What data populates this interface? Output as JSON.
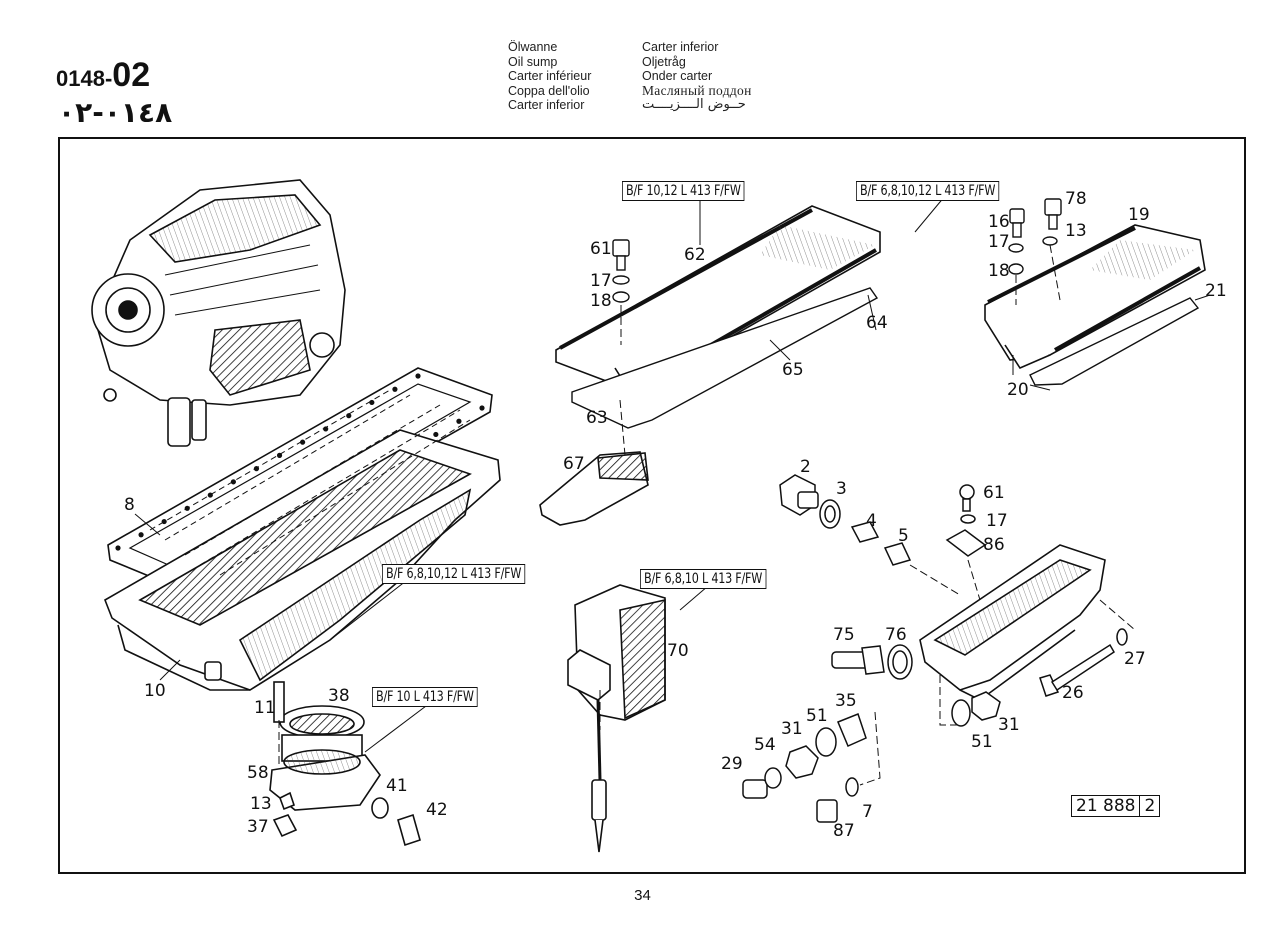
{
  "header": {
    "code_prefix": "0148-",
    "code_suffix": "02",
    "code_arabic": "٠١٤٨-٠٢",
    "titles_left": [
      "Ölwanne",
      "Oil sump",
      "Carter inférieur",
      "Coppa dell'olio",
      "Carter inferior"
    ],
    "titles_right": [
      "Carter inferior",
      "Oljetråg",
      "Onder carter",
      "Масляный поддон",
      "حــوض الــــزيــــت"
    ]
  },
  "variant_boxes": [
    "B/F 10,12 L 413 F/FW",
    "B/F 6,8,10,12 L 413 F/FW",
    "B/F 6,8,10,12 L 413 F/FW",
    "B/F 6,8,10 L 413 F/FW",
    "B/F 10 L 413 F/FW"
  ],
  "part_labels": [
    "61",
    "62",
    "17",
    "18",
    "63",
    "64",
    "65",
    "67",
    "16",
    "78",
    "17",
    "13",
    "19",
    "18",
    "21",
    "20",
    "8",
    "10",
    "2",
    "3",
    "4",
    "5",
    "61",
    "17",
    "86",
    "70",
    "75",
    "76",
    "27",
    "26",
    "38",
    "11",
    "58",
    "13",
    "37",
    "41",
    "42",
    "35",
    "51",
    "31",
    "54",
    "29",
    "51",
    "31",
    "7",
    "87"
  ],
  "reference_number": [
    "21 888",
    "2"
  ],
  "page_number": "34"
}
